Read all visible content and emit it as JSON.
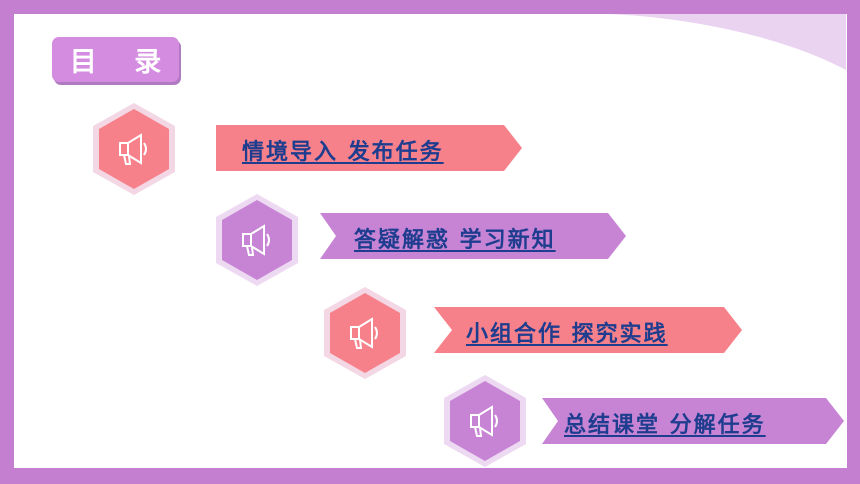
{
  "title": "目 录",
  "items": [
    {
      "label": "情境导入 发布任务",
      "color": "#f7818a",
      "icon": "megaphone-icon"
    },
    {
      "label": "答疑解惑 学习新知",
      "color": "#c784d4",
      "icon": "megaphone-icon"
    },
    {
      "label": "小组合作 探究实践",
      "color": "#f7818a",
      "icon": "megaphone-icon"
    },
    {
      "label": "总结课堂 分解任务",
      "color": "#c784d4",
      "icon": "megaphone-icon"
    }
  ],
  "colors": {
    "frame": "#c57fd1",
    "pink": "#f7818a",
    "purple": "#c784d4",
    "text": "#1f3d8f"
  }
}
